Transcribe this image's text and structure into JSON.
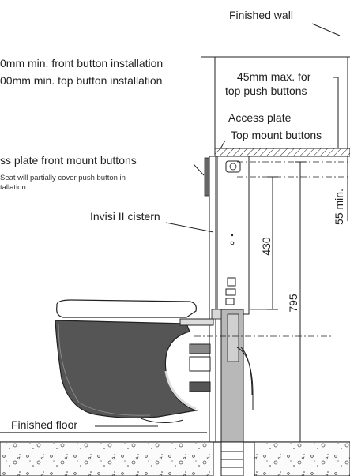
{
  "labels": {
    "finished_wall": "Finished wall",
    "front_button_min": "0mm min. front button installation",
    "top_button_min": "00mm min. top button installation",
    "max_top_push_line1": "45mm max. for",
    "max_top_push_line2": "top push buttons",
    "access_plate": "Access plate",
    "top_mount_buttons": "Top mount buttons",
    "front_mount_buttons": "ss plate front mount buttons",
    "seat_note_line1": "Seat will partially cover push button in",
    "seat_note_line2": "tallation",
    "cistern": "Invisi II cistern",
    "finished_floor": "Finished floor"
  },
  "dimensions": {
    "d430": "430",
    "d795": "795",
    "d55": "55 min."
  },
  "colors": {
    "line": "#1a1a1a",
    "wall_fill": "#ffffff",
    "gray_part": "#b8b8b8",
    "dark_part": "#555555",
    "floor_hatch": "#f2f2f2"
  }
}
